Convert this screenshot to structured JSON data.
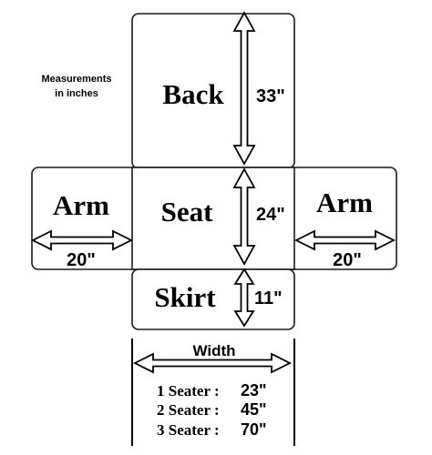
{
  "note": {
    "line1": "Measurements",
    "line2": "in inches"
  },
  "panels": {
    "back": {
      "label": "Back",
      "dimension": "33\""
    },
    "seat": {
      "label": "Seat",
      "dimension": "24\""
    },
    "skirt": {
      "label": "Skirt",
      "dimension": "11\""
    },
    "arm_left": {
      "label": "Arm",
      "dimension": "20\""
    },
    "arm_right": {
      "label": "Arm",
      "dimension": "20\""
    }
  },
  "width_section": {
    "heading": "Width",
    "rows": [
      {
        "label": "1 Seater :",
        "value": "23\""
      },
      {
        "label": "2 Seater :",
        "value": "45\""
      },
      {
        "label": "3 Seater :",
        "value": "70\""
      }
    ]
  },
  "colors": {
    "stroke": "#000000",
    "background": "#ffffff"
  }
}
